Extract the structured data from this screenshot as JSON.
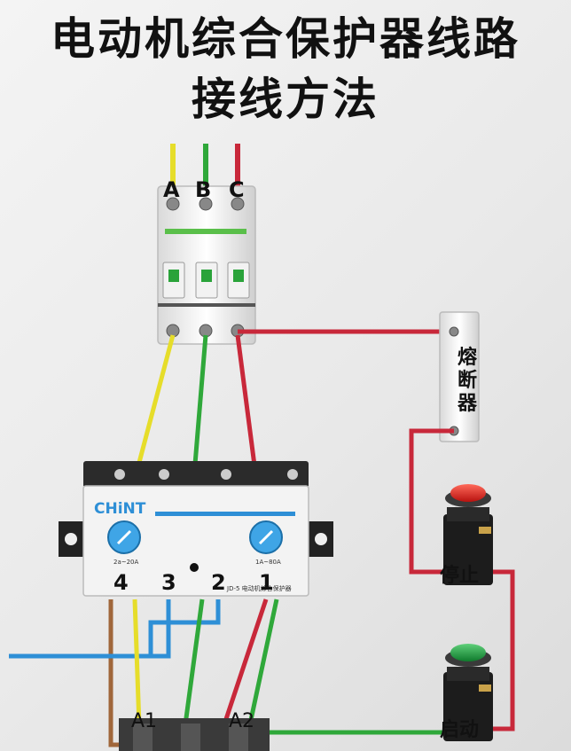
{
  "title": {
    "line1": "电动机综合保护器线路",
    "line2": "接线方法"
  },
  "breaker": {
    "phase_a": "A",
    "phase_b": "B",
    "phase_c": "C"
  },
  "fuse": {
    "label_1": "熔",
    "label_2": "断",
    "label_3": "器"
  },
  "protector": {
    "brand": "CHiNT",
    "model": "JD-5 电动机综合保护器",
    "left_range": "2a~20A",
    "right_range": "1A~80A",
    "terminal_4": "4",
    "terminal_3": "3",
    "terminal_2": "2",
    "terminal_1": "1"
  },
  "buttons": {
    "stop": "停止",
    "start": "启动"
  },
  "contactor": {
    "a1": "A1",
    "a2": "A2"
  },
  "colors": {
    "yellow": "#e6dd2a",
    "green": "#2fa83a",
    "red": "#c8283a",
    "blue": "#2e8fd6",
    "brown": "#a0663a",
    "stop_button": "#d8201c",
    "start_button": "#1f9a3c"
  }
}
